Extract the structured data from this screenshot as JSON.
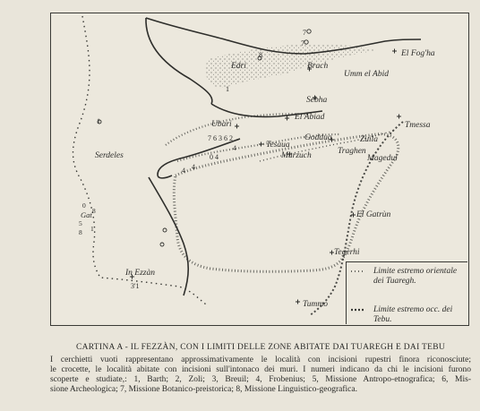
{
  "map": {
    "places": {
      "el_foggha": "El Fog'ha",
      "edri": "Edri",
      "brach": "Brach",
      "umm_el_abid": "Umm el Abid",
      "sebha": "Sebha",
      "ubari": "Ubari",
      "el_abiad": "El Abiad",
      "goddua": "Goddua",
      "zuila": "Zuila",
      "tmessa": "Tmessa",
      "serdeles": "Serdeles",
      "tesaua": "Tesaua",
      "murzuch": "Murzuch",
      "traghen": "Traghen",
      "magedul": "Magedul",
      "ghat": "Gat",
      "el_gatrun": "El Gatrùn",
      "tegerhi": "Tegerhi",
      "in_ezzan": "In Ezzàn",
      "tummo": "Tummo"
    },
    "site_numbers": {
      "n7a": "7",
      "n7b": "7",
      "n8": "8",
      "n1": "1",
      "ubari_row": "7 6  3 6  2",
      "n4a": "4",
      "n4b": "4",
      "n4c": "4",
      "n04": "0 4",
      "n1b": "1",
      "ghat_a": "0",
      "ghat_b": "8",
      "ghat_c": "5",
      "ghat_d": "1",
      "ghat_e": "8",
      "ezzan": "3'1"
    },
    "legend": {
      "tuaregh_label": "Limite estremo orientale dei Tuaregh.",
      "tebu_label": "Limite estremo occ. dei Tebu."
    }
  },
  "caption": {
    "title": "CARTINA A - IL FEZZÀN, CON I LIMITI DELLE ZONE ABITATE DAI TUAREGH E DAI TEBU",
    "line1": "I cerchietti vuoti rappresentano approssimativamente le località con incisioni rupestri finora riconosciute;",
    "line2": "le crocette, le località abitate con incisioni sull'intonaco dei muri. I numeri indicano da chi le incisioni furono",
    "line3": "scoperte e studiate,: 1, Barth; 2, Zoli; 3, Breuil; 4, Frobenius; 5, Missione Antropo-etnografica; 6, Mis-",
    "line4": "sione Archeologica; 7, Missione Botanico-preistorica; 8, Missione Linguistico-geografica."
  }
}
